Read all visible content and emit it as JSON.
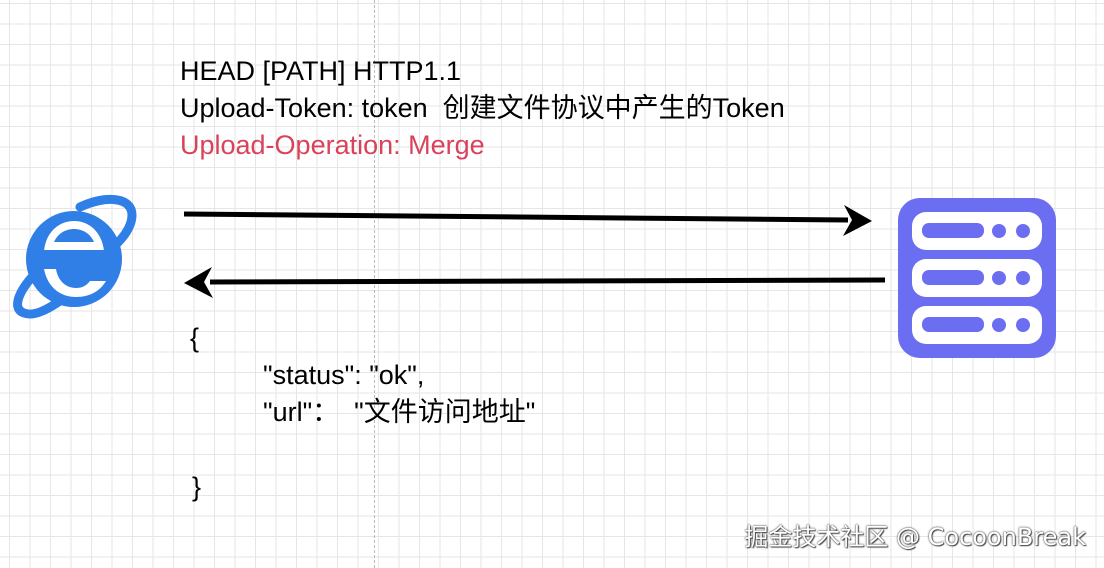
{
  "request": {
    "line1": "HEAD [PATH] HTTP1.1",
    "line2": "Upload-Token: token  创建文件协议中产生的Token",
    "line3": "Upload-Operation: Merge"
  },
  "response": {
    "open_brace": "{",
    "status_line": "\"status\": \"ok\",",
    "url_line": "\"url\"：  \"文件访问地址\"",
    "close_brace": "}"
  },
  "watermark": "掘金技术社区 @ CocoonBreak",
  "colors": {
    "browser_blue": "#2f7fe6",
    "server_purple": "#6b6ef0",
    "highlight_red": "#d9425a"
  },
  "icons": {
    "client": "internet-explorer-icon",
    "server": "server-stack-icon"
  }
}
